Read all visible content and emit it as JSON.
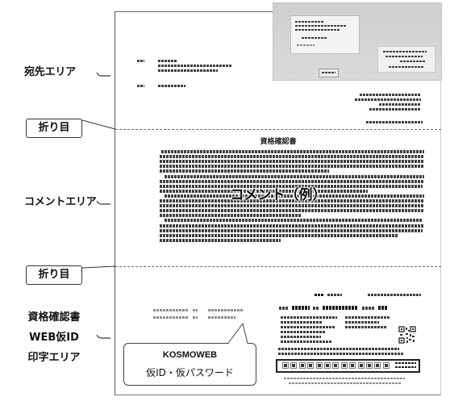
{
  "labels": {
    "address_area": "宛先エリア",
    "fold_top": "折り目",
    "comment_area": "コメントエリア",
    "fold_bottom": "折り目",
    "print_area": [
      "資格確認書",
      "WEB仮ID",
      "印字エリア"
    ]
  },
  "document": {
    "comment_section": {
      "title": "資格確認書",
      "example_overlay": "コメント（例）"
    }
  },
  "callout": {
    "service_name": "KOSMOWEB",
    "caption": "仮ID・仮パスワード"
  }
}
